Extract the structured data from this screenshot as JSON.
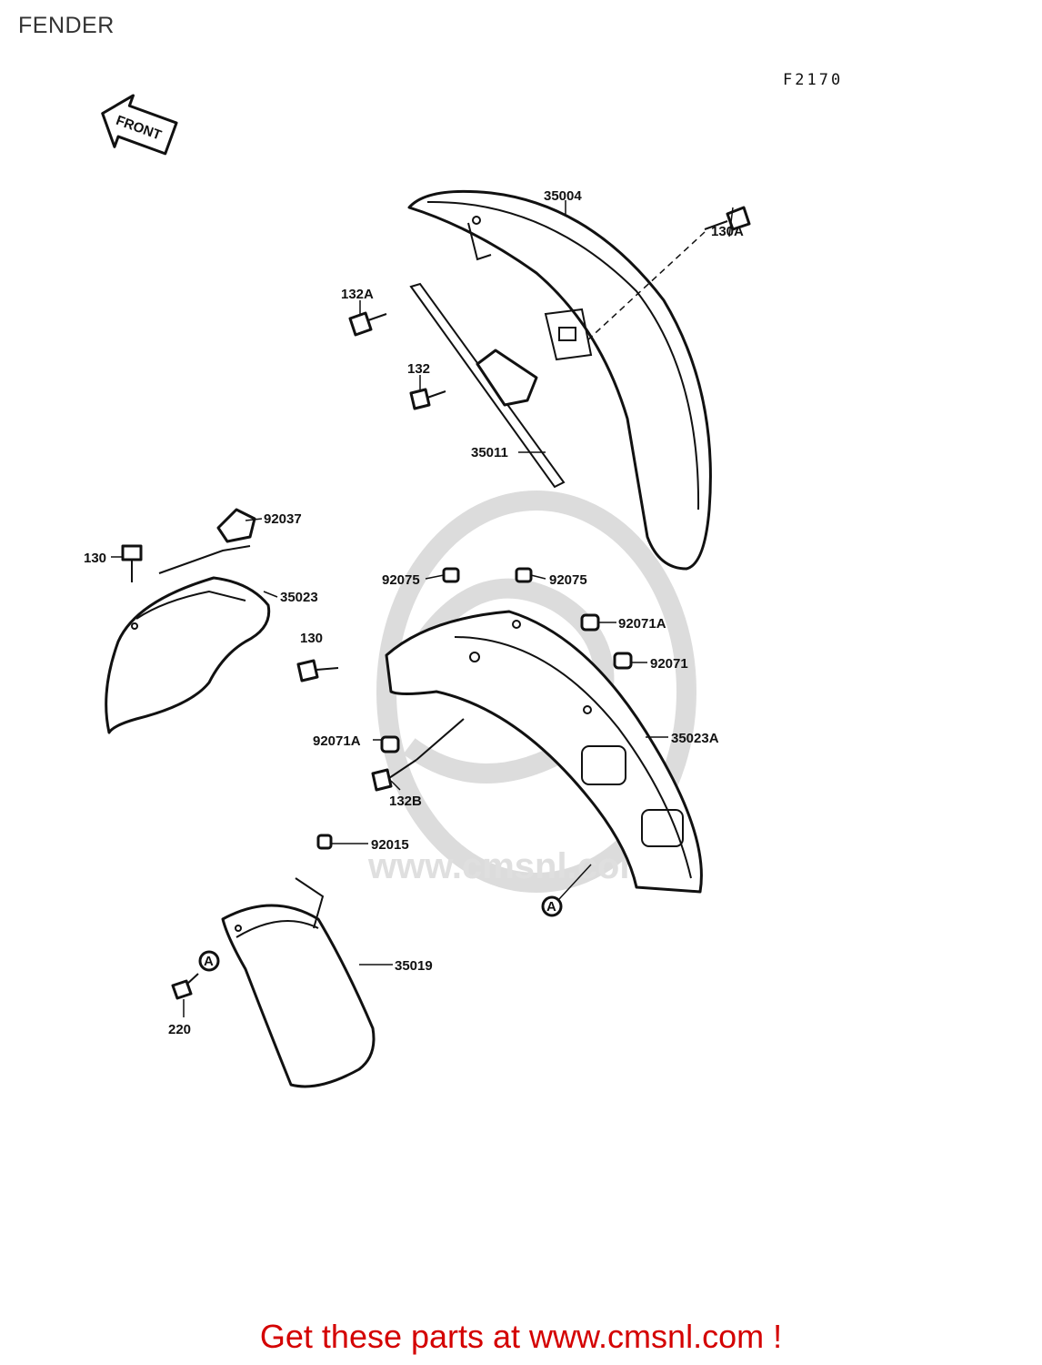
{
  "page": {
    "title": "FENDER",
    "figure_code": "F2170"
  },
  "front_arrow": {
    "label": "FRONT"
  },
  "watermark": {
    "text": "www.cmsnl.com"
  },
  "parts": [
    {
      "id": "35004",
      "label": "35004"
    },
    {
      "id": "130A",
      "label": "130A"
    },
    {
      "id": "132A",
      "label": "132A"
    },
    {
      "id": "132",
      "label": "132"
    },
    {
      "id": "35011",
      "label": "35011"
    },
    {
      "id": "92037",
      "label": "92037"
    },
    {
      "id": "130-upper",
      "label": "130"
    },
    {
      "id": "35023",
      "label": "35023"
    },
    {
      "id": "92075-left",
      "label": "92075"
    },
    {
      "id": "92075-right",
      "label": "92075"
    },
    {
      "id": "92071A-upper",
      "label": "92071A"
    },
    {
      "id": "130-lower",
      "label": "130"
    },
    {
      "id": "92071",
      "label": "92071"
    },
    {
      "id": "92071A-lower",
      "label": "92071A"
    },
    {
      "id": "35023A",
      "label": "35023A"
    },
    {
      "id": "132B",
      "label": "132B"
    },
    {
      "id": "92015",
      "label": "92015"
    },
    {
      "id": "35019",
      "label": "35019"
    },
    {
      "id": "220",
      "label": "220"
    }
  ],
  "reference_marks": [
    {
      "label": "A"
    },
    {
      "label": "A"
    }
  ],
  "footer": {
    "cta": "Get these parts at www.cmsnl.com !"
  }
}
